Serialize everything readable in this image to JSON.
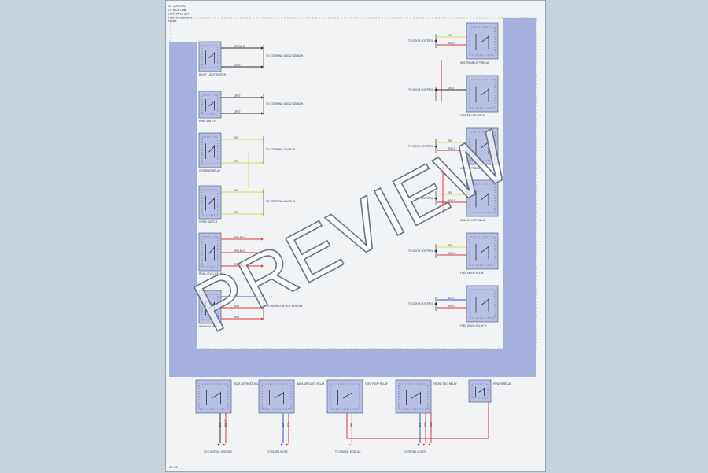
{
  "header_note": [
    "C2 LAPTURN",
    "OF RIGHT-HN",
    "CONTROLS DEPT",
    "FOR FUTURE EMG",
    "PANEL"
  ],
  "footer_code": "A7 M8",
  "watermark": "PREVIEW",
  "colors": {
    "bus": "#a6b0de",
    "component": "#b8c0e6",
    "wire_red": "#e1373b",
    "wire_yellow": "#dede52",
    "wire_blue": "#3f4bc6",
    "wire_black": "#2b2b2b",
    "wire_pink": "#f2a6b8"
  },
  "left_components": [
    {
      "label": "RIGHT LIGHT SWITCH",
      "wires": [
        "GRY-WHT",
        "GRY-T"
      ],
      "dest": "TO STEERING ANGLE SENSOR"
    },
    {
      "label": "PARK SWITCH",
      "wires": [
        "GRY-T",
        "GRY-T"
      ],
      "dest": "TO STEERING ANGLE SENSOR"
    },
    {
      "label": "STEERING RELAY",
      "wires": [
        "YEL",
        "YEL"
      ],
      "dest": "TO STEERING LEVER IN"
    },
    {
      "label": "HORN SWITCH",
      "wires": [
        "YEL",
        "YEL"
      ],
      "dest": "TO STEERING LEVER IN"
    },
    {
      "label": "REAR LEVEL RELAY",
      "wires": [
        "RED-BLU",
        "RED-BLU",
        "RED-BLU"
      ],
      "dest": ""
    },
    {
      "label": "WINDOW RELAY",
      "wires": [
        "BLU",
        "RED",
        "RED"
      ],
      "dest": "TO DOOR CONTROL MODULE"
    }
  ],
  "right_components": [
    {
      "label": "UPSTREAM LEFT RELAY",
      "wires": [
        "YEL",
        "RED-T"
      ],
      "src": "TO DOOR CONTROL"
    },
    {
      "label": "CENTER LEFT RELAY",
      "wires": [
        "GRY-T"
      ],
      "src": "TO DOOR CONTROL"
    },
    {
      "label": "LOCK LEFT RELAY",
      "wires": [
        "YEL",
        "RED-T"
      ],
      "src": "TO DOOR CONTROL"
    },
    {
      "label": "UNLOCK LEFT RELAY",
      "wires": [
        "YEL",
        "RED-T"
      ],
      "src": "TO DOOR CONTROL"
    },
    {
      "label": "FUEL DOOR RELAY",
      "wires": [
        "YEL",
        "RED-T"
      ],
      "src": "TO DOOR CONTROL"
    },
    {
      "label": "FUEL DOOR RELAY B",
      "wires": [
        "BLU-T",
        "RED-T"
      ],
      "src": "TO DOOR CONTROL"
    }
  ],
  "bottom_components": [
    {
      "label": "REAR DEFROST RELAY",
      "wires": [
        "BLK",
        "RED-T"
      ],
      "dest": "TO CONTROL MODULE"
    },
    {
      "label": "BACK UP LIGHT RELAY",
      "wires": [
        "BLU",
        "RED"
      ],
      "dest": "TO REAR LIGHTS"
    },
    {
      "label": "FUEL PUMP RELAY",
      "wires": [
        "PNK"
      ],
      "dest": "TO ENGINE MODULE"
    },
    {
      "label": "FRONT FOG RELAY",
      "wires": [
        "BLU",
        "RED",
        "RED"
      ],
      "dest": "TO FRONT LIGHTS"
    },
    {
      "label": "POWER RELAY",
      "wires": [],
      "dest": ""
    }
  ]
}
